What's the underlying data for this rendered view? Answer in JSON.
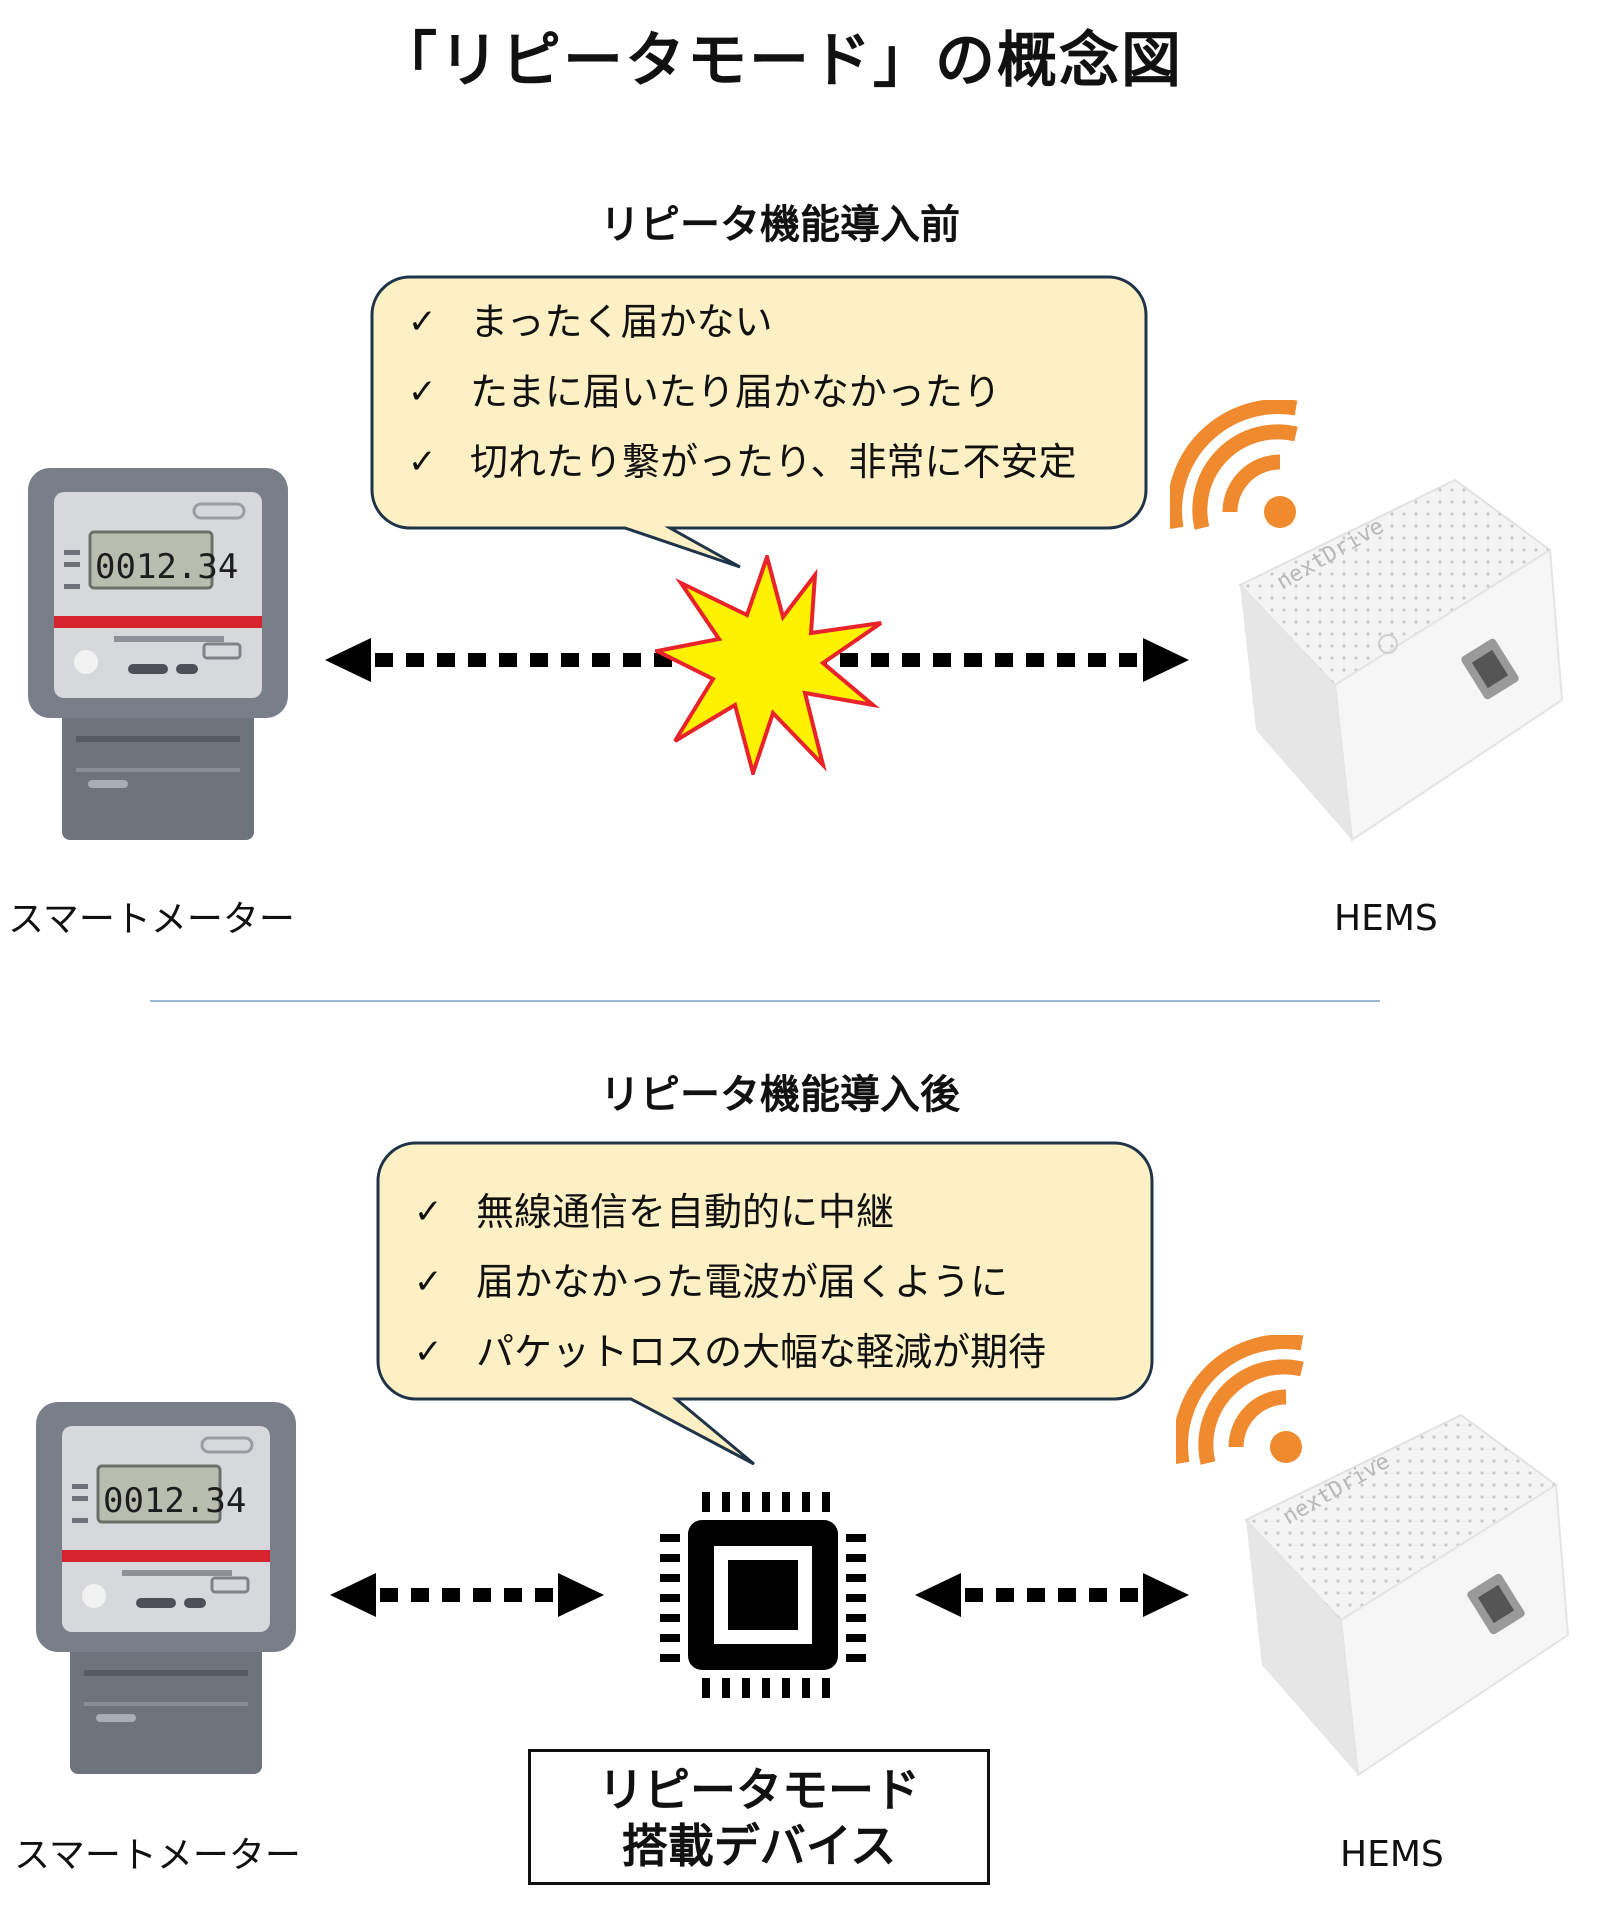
{
  "title": "「リピータモード」の概念図",
  "before": {
    "heading": "リピータ機能導入前",
    "items": [
      "まったく届かない",
      "たまに届いたり届かなかったり",
      "切れたり繋がったり、非常に不安定"
    ],
    "meter_label": "スマートメーター",
    "meter_reading": "0012.34",
    "hems_label": "HEMS",
    "hems_brand": "nextDrive"
  },
  "after": {
    "heading": "リピータ機能導入後",
    "items": [
      "無線通信を自動的に中継",
      "届かなかった電波が届くように",
      "パケットロスの大幅な軽減が期待"
    ],
    "meter_label": "スマートメーター",
    "meter_reading": "0012.34",
    "hems_label": "HEMS",
    "hems_brand": "nextDrive",
    "device_line1": "リピータモード",
    "device_line2": "搭載デバイス"
  },
  "check_mark": "✓",
  "colors": {
    "bubble_fill": "#fdf0c5",
    "bubble_stroke": "#1f3448",
    "signal": "#f08a2e",
    "burst_fill": "#fff200",
    "burst_stroke": "#e8232a",
    "meter_body": "#7a7e88",
    "meter_red": "#d7232e",
    "divider": "#9dbad4"
  },
  "icons": [
    "smart-meter-icon",
    "hems-cube-icon",
    "wifi-signal-icon",
    "collision-burst-icon",
    "chip-icon",
    "arrow-left-icon",
    "arrow-right-icon"
  ]
}
